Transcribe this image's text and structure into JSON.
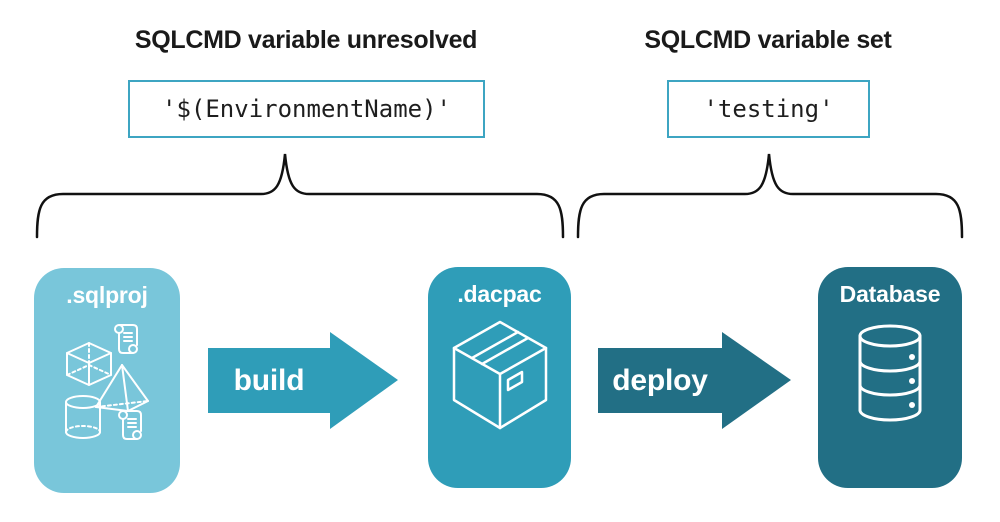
{
  "annotations": {
    "unresolved": {
      "heading": "SQLCMD variable unresolved",
      "value": "'$(EnvironmentName)'"
    },
    "set": {
      "heading": "SQLCMD variable set",
      "value": "'testing'"
    }
  },
  "pipeline": {
    "stages": [
      {
        "id": "sqlproj",
        "label": ".sqlproj",
        "color": "#79c6da",
        "icon": "sql-objects-icon"
      },
      {
        "id": "dacpac",
        "label": ".dacpac",
        "color": "#2f9db8",
        "icon": "package-box-icon"
      },
      {
        "id": "database",
        "label": "Database",
        "color": "#226f85",
        "icon": "database-cylinder-icon"
      }
    ],
    "arrows": [
      {
        "label": "build",
        "color": "#2f9db8"
      },
      {
        "label": "deploy",
        "color": "#226f85"
      }
    ]
  },
  "colors": {
    "background": "#ffffff",
    "heading_text": "#1a1a1a",
    "code_text": "#1e1e1e",
    "code_box_border": "#3da5c2",
    "brace_stroke": "#111111",
    "light_blue": "#79c6da",
    "teal": "#2f9db8",
    "dark_teal": "#226f85",
    "icon_stroke": "#ffffff"
  }
}
